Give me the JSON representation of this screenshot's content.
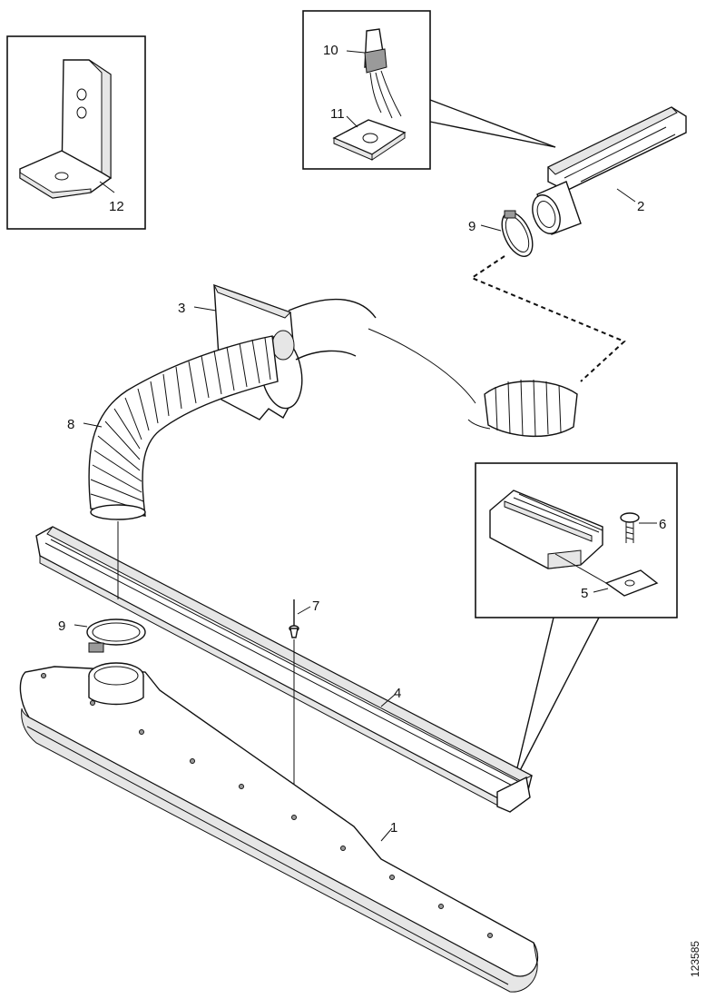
{
  "callouts": {
    "c1": "1",
    "c2": "2",
    "c3": "3",
    "c4": "4",
    "c5": "5",
    "c6": "6",
    "c7": "7",
    "c8": "8",
    "c9_upper": "9",
    "c9_lower": "9",
    "c10": "10",
    "c11": "11",
    "c12": "12"
  },
  "document_number": "123585"
}
